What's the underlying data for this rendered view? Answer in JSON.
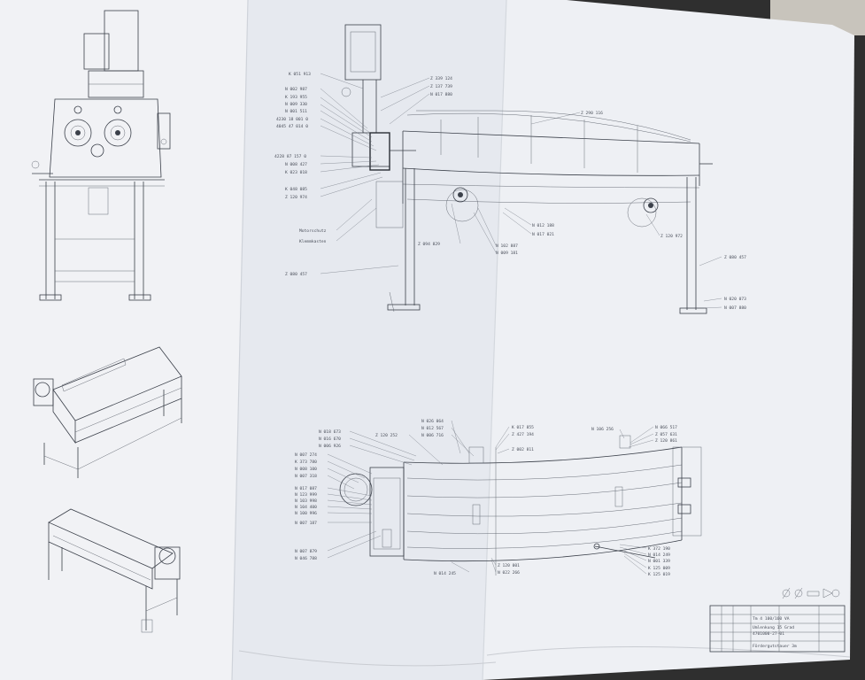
{
  "drawing": {
    "front_callouts": [
      "K 051 913",
      "N 002 987",
      "K 193 955",
      "N 009 330",
      "N 001 511",
      "4230 18 001 0",
      "4045 47 014 0",
      "4228 87 157 0",
      "N 008 427",
      "K 023 018",
      "K 048 085",
      "Z 120 974",
      "Motorschutz",
      "Klemmkasten",
      "Z 080 457"
    ],
    "front_right_callouts": [
      "Z 339 124",
      "Z 137 739",
      "N 017 880",
      "Z 290 116",
      "Z 094 829",
      "N 102 887",
      "N 009 181",
      "N 012 188",
      "N 017 021",
      "Z 120 972",
      "Z 080 457",
      "N 020 073",
      "N 007 880"
    ],
    "plan_left_callouts": [
      "N 018 673",
      "N 016 670",
      "N 006 926",
      "N 007 274",
      "K 373 780",
      "N 008 100",
      "N 007 318",
      "N 017 087",
      "N 123 999",
      "N 103 998",
      "N 104 400",
      "N 100 996",
      "N 007 187",
      "N 007 879",
      "N 046 788"
    ],
    "plan_top_callouts": [
      "Z 120 252",
      "N 026 064",
      "N 012 567",
      "N 006 716",
      "K 017 855",
      "Z 427 194",
      "Z 002 811",
      "N 106 256",
      "N 066 517",
      "Z 057 631",
      "Z 120 861"
    ],
    "plan_bottom_callouts": [
      "N 014 245",
      "Z 120 001",
      "N 022 266",
      "K 372 190",
      "N 014 249",
      "N 001 339",
      "K 125 009",
      "K 125 019"
    ],
    "title_block": {
      "drawing_no": "4701000-27-01",
      "rows": [
        "Tm 4 100/160 VA",
        "Umlenkung 15 Grad",
        "Fördergutstauer 3m"
      ]
    }
  }
}
